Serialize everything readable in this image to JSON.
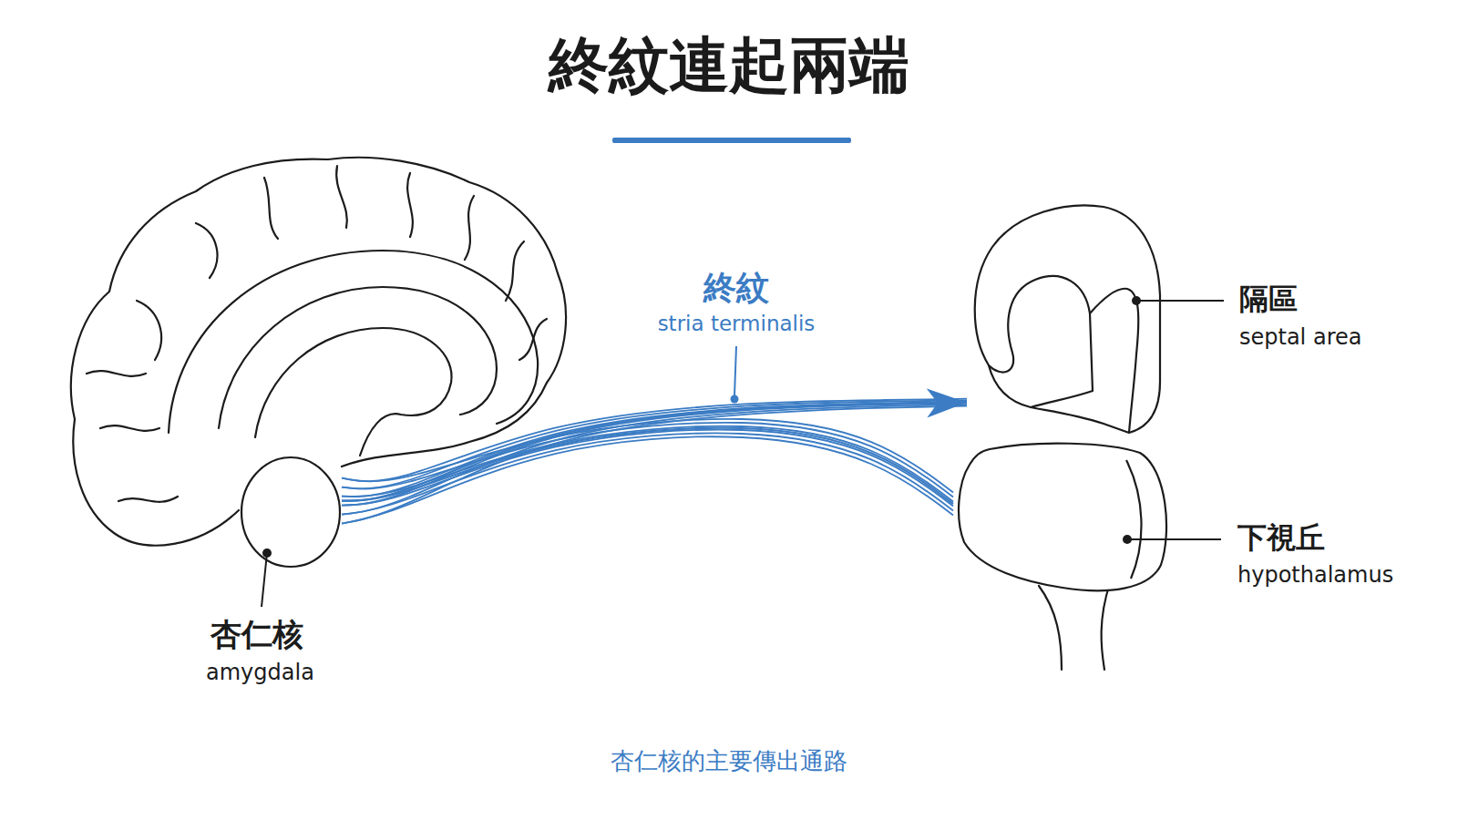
{
  "diagram": {
    "title": "終紋連起兩端",
    "caption": "杏仁核的主要傳出通路",
    "nodes": [
      {
        "text": [
          "杏仁核",
          "amygdala"
        ]
      },
      {
        "text": [
          "隔區",
          "septal area"
        ]
      },
      {
        "text": [
          "下視丘",
          "hypothalamus"
        ]
      }
    ],
    "edges": [
      {
        "from": 0,
        "to": 1,
        "arrow": "to"
      },
      {
        "from": 0,
        "to": 2,
        "arrow": "none"
      }
    ],
    "labels": [
      "終紋",
      "stria terminalis"
    ]
  }
}
